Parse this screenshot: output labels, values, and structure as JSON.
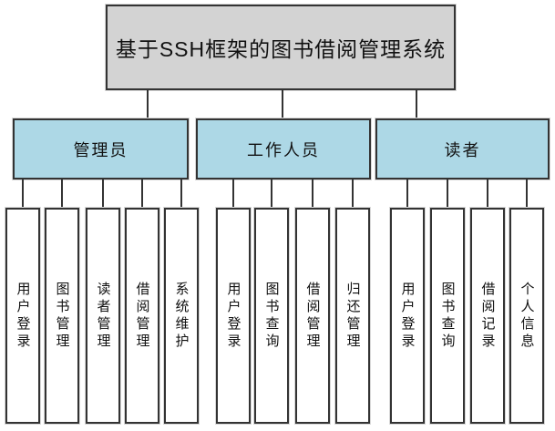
{
  "diagram": {
    "title": "基于SSH框架的图书借阅管理系统",
    "groups": [
      {
        "label": "管理员",
        "children": [
          "用户登录",
          "图书管理",
          "读者管理",
          "借阅管理",
          "系统维护"
        ]
      },
      {
        "label": "工作人员",
        "children": [
          "用户登录",
          "图书查询",
          "借阅管理",
          "归还管理"
        ]
      },
      {
        "label": "读者",
        "children": [
          "用户登录",
          "图书查询",
          "借阅记录",
          "个人信息"
        ]
      }
    ],
    "colors": {
      "root_fill": "#d3d3d3",
      "group_fill": "#add8e6",
      "leaf_fill": "#ffffff",
      "line_color": "#333333"
    }
  }
}
